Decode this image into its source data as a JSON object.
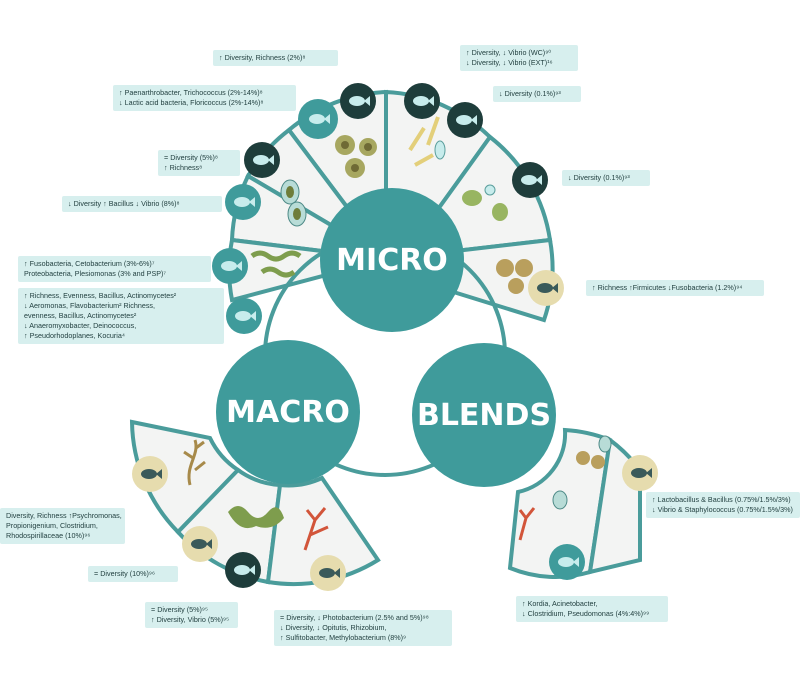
{
  "hubs": {
    "micro": "MICRO",
    "macro": "MACRO",
    "blends": "BLENDS"
  },
  "colors": {
    "teal": "#3f9b9b",
    "light_teal": "#d7efee",
    "segment_fill": "#f3f4f3",
    "ring_stroke": "#4a9c9b",
    "dark_badge": "#1e3d3b",
    "sand_badge": "#e6dcae",
    "fish_light": "#c7ecec",
    "algae_green": "#7e9d4d",
    "seaweed_red": "#d2553a"
  },
  "icons": {
    "fish": "fish-icon",
    "algae_cell": "microalgae-cell-icon",
    "kelp": "kelp-icon",
    "seaweed": "seaweed-icon"
  },
  "micro_notes": [
    {
      "lines": [
        "↑ Diversity, Richness (2%)⁸"
      ]
    },
    {
      "lines": [
        "↑ Diversity,  ↓ Vibrio (WC)⁹⁰",
        "↓ Diversity,  ↓ Vibrio (EXT)¹⁶"
      ]
    },
    {
      "lines": [
        "↑ Paenarthrobacter, Trichococcus (2%-14%)⁸",
        "↓ Lactic acid bacteria, Floricoccus (2%-14%)⁸"
      ]
    },
    {
      "lines": [
        "↓ Diversity (0.1%)⁹³"
      ]
    },
    {
      "lines": [
        "= Diversity (5%)⁸",
        "↑ Richness⁸"
      ]
    },
    {
      "lines": [
        "↓ Diversity (0.1%)⁹³"
      ]
    },
    {
      "lines": [
        "↓ Diversity  ↑  Bacillus  ↓  Vibrio (8%)⁸"
      ]
    },
    {
      "lines": [
        "↑ Fusobacteria, Cetobacterium (3%-6%)⁷",
        "  Proteobacteria, Plesiomonas (3% and PSP)⁷"
      ]
    },
    {
      "lines": [
        "↑ Richness   ↑Firmicutes  ↓Fusobacteria (1.2%)⁹⁴"
      ]
    },
    {
      "lines": [
        "↑ Richness, Evenness, Bacillus, Actinomycetes²",
        "↓ Aeromonas, Flavobacterium² Richness,",
        "   evenness, Bacillus, Actinomycetes²",
        "↓ Anaeromyxobacter, Deinococcus,",
        "↑ Pseudorhodoplanes, Kocuria⁴"
      ]
    }
  ],
  "macro_notes": [
    {
      "lines": [
        "Diversity, Richness  ↑Psychromonas,",
        "Propionigenium, Clostridium,",
        "Rhodospirillaceae (10%)⁹⁶"
      ]
    },
    {
      "lines": [
        "= Diversity (10%)⁹⁶"
      ]
    },
    {
      "lines": [
        "= Diversity (5%)⁹⁵",
        "↑ Diversity, Vibrio (5%)⁹⁵"
      ]
    },
    {
      "lines": [
        "= Diversity,    ↓ Photobacterium (2.5% and 5%)⁹⁸",
        "↓ Diversity,    ↓ Opitutis, Rhizobium,",
        "↑ Sulfitobacter, Methylobacterium  (8%)⁹"
      ]
    }
  ],
  "blends_notes": [
    {
      "lines": [
        "↑ Lactobacillus & Bacillus (0.75%/1.5%/3%)",
        "↓ Vibrio & Staphylococcus (0.75%/1.5%/3%)"
      ]
    },
    {
      "lines": [
        "↑ Kordia, Acinetobacter,",
        "↓ Clostridium, Pseudomonas (4%:4%)⁹⁹"
      ]
    }
  ]
}
